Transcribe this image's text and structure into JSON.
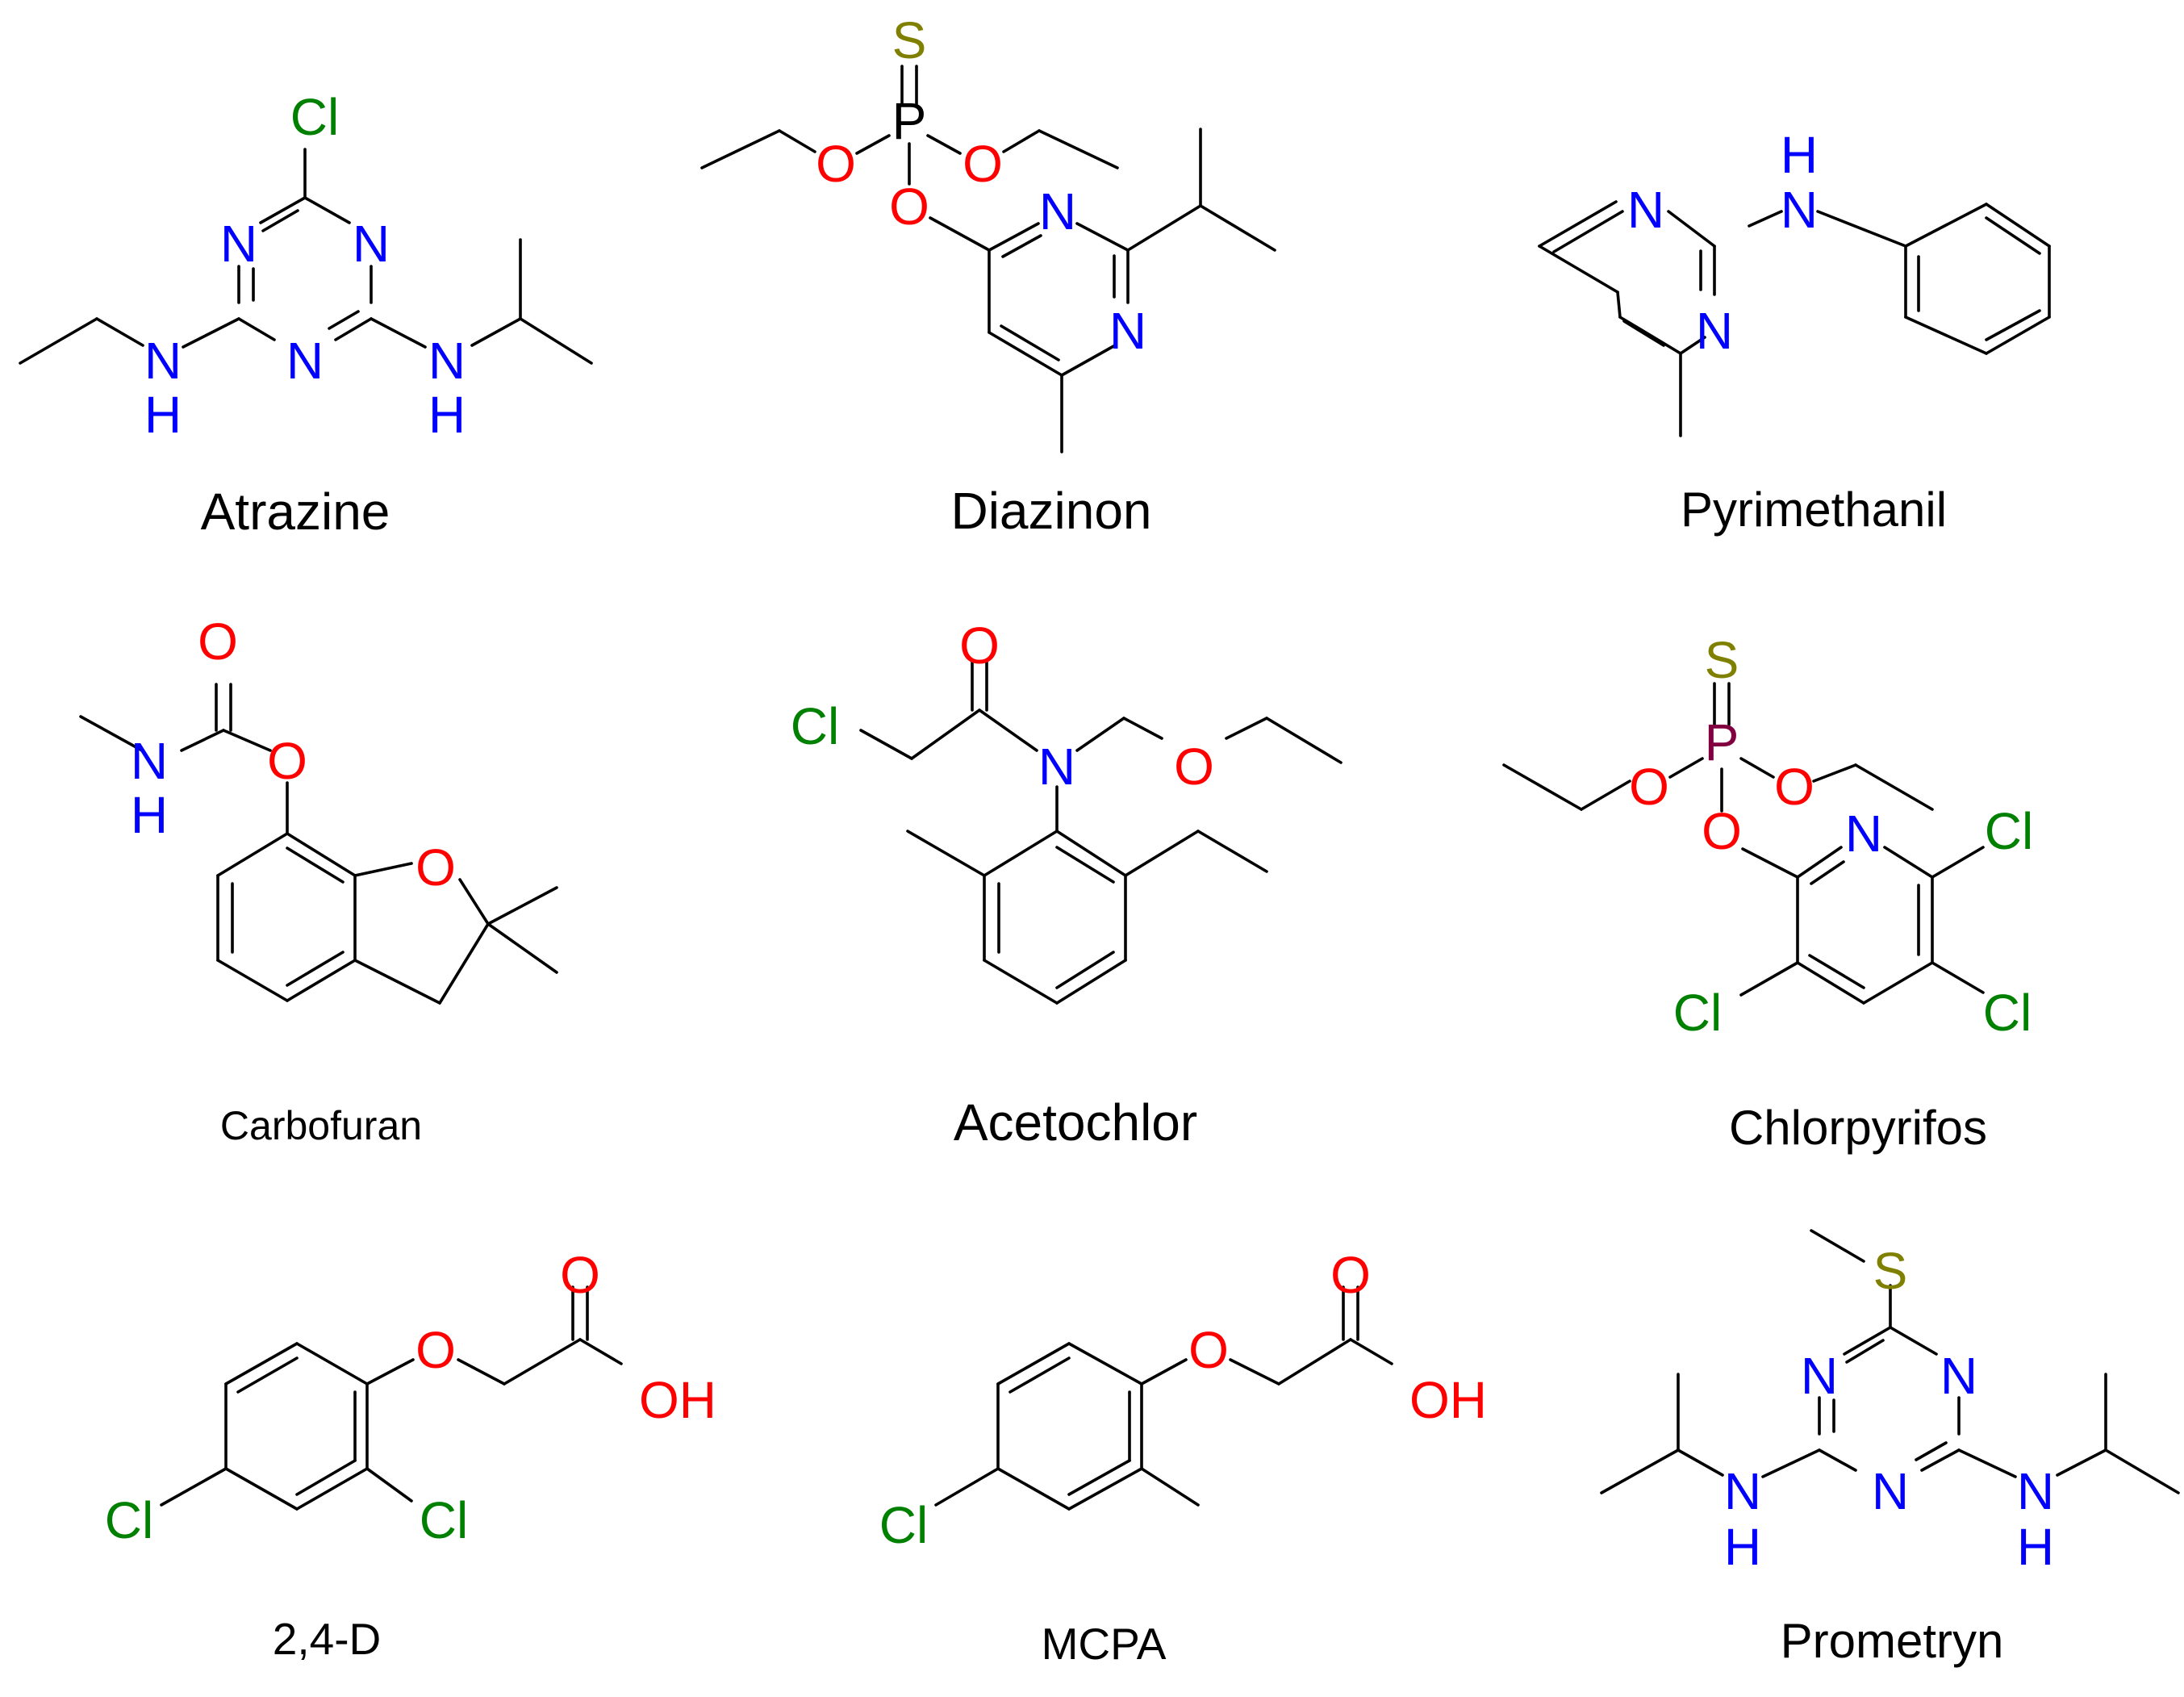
{
  "colors": {
    "N": "#0000ff",
    "O": "#ff0000",
    "Cl": "#008000",
    "S": "#808000",
    "P_diazinon": "#000000",
    "P_chlorpyrifos": "#800040",
    "bond": "#000000"
  },
  "molecules": {
    "atrazine": {
      "name": "Atrazine",
      "atoms": {
        "cl": "Cl",
        "n1": "N",
        "n2": "N",
        "n3": "N",
        "nh1_n": "N",
        "nh1_h": "H",
        "nh2_n": "N",
        "nh2_h": "H"
      }
    },
    "diazinon": {
      "name": "Diazinon",
      "atoms": {
        "s": "S",
        "p": "P",
        "o1": "O",
        "o2": "O",
        "o3": "O",
        "n1": "N",
        "n2": "N"
      }
    },
    "pyrimethanil": {
      "name": "Pyrimethanil",
      "atoms": {
        "n1": "N",
        "n2": "N",
        "nh_n": "N",
        "nh_h": "H"
      }
    },
    "carbofuran": {
      "name": "Carbofuran",
      "atoms": {
        "o_carbonyl": "O",
        "o_ester": "O",
        "o_ring": "O",
        "nh_n": "N",
        "nh_h": "H"
      }
    },
    "acetochlor": {
      "name": "Acetochlor",
      "atoms": {
        "o_carbonyl": "O",
        "cl": "Cl",
        "n": "N",
        "o_ether": "O"
      }
    },
    "chlorpyrifos": {
      "name": "Chlorpyrifos",
      "atoms": {
        "s": "S",
        "p": "P",
        "o1": "O",
        "o2": "O",
        "o3": "O",
        "n": "N",
        "cl1": "Cl",
        "cl2": "Cl",
        "cl3": "Cl"
      }
    },
    "d24": {
      "name": "2,4-D",
      "atoms": {
        "o_carbonyl": "O",
        "o_ether": "O",
        "oh": "OH",
        "cl1": "Cl",
        "cl2": "Cl"
      }
    },
    "mcpa": {
      "name": "MCPA",
      "atoms": {
        "o_carbonyl": "O",
        "o_ether": "O",
        "oh": "OH",
        "cl": "Cl"
      }
    },
    "prometryn": {
      "name": "Prometryn",
      "atoms": {
        "s": "S",
        "n1": "N",
        "n2": "N",
        "n3": "N",
        "nh1_n": "N",
        "nh1_h": "H",
        "nh2_n": "N",
        "nh2_h": "H"
      }
    }
  }
}
